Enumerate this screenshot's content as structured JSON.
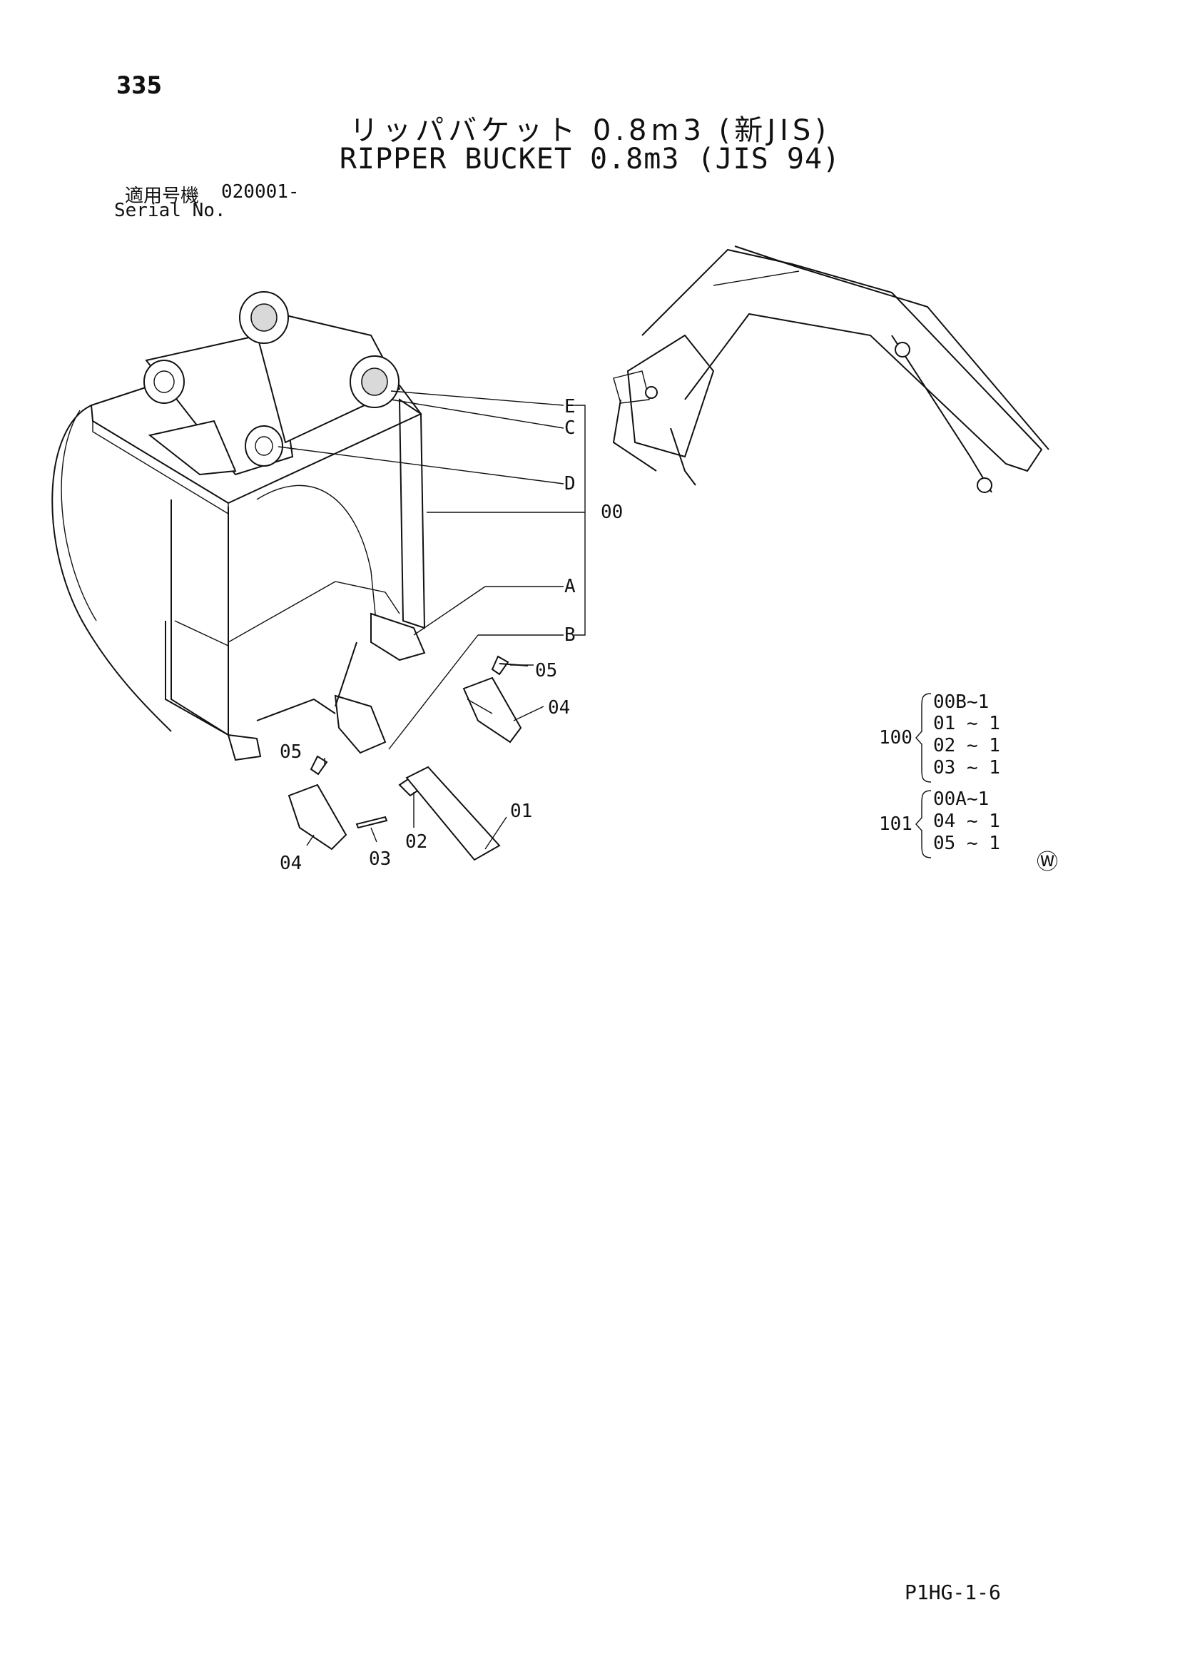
{
  "page_number": "335",
  "title_jp": "リッパバケット 0.8m3 (新JIS)",
  "title_en": "RIPPER BUCKET 0.8m3 (JIS 94)",
  "serial": {
    "label_jp": "適用号機",
    "value": "020001-",
    "label_en": "Serial No."
  },
  "callouts": {
    "E": "E",
    "C": "C",
    "D": "D",
    "00": "00",
    "A": "A",
    "B": "B",
    "05_right": "05",
    "04_right": "04",
    "05_left": "05",
    "04_left": "04",
    "03": "03",
    "02": "02",
    "01": "01"
  },
  "kits": [
    {
      "code": "100",
      "items": [
        "00B~1",
        "01 ~ 1",
        "02 ~ 1",
        "03 ~ 1"
      ]
    },
    {
      "code": "101",
      "items": [
        "00A~1",
        "04 ~ 1",
        "05 ~ 1"
      ]
    }
  ],
  "mark": "Ⓦ",
  "doc_code": "P1HG-1-6"
}
